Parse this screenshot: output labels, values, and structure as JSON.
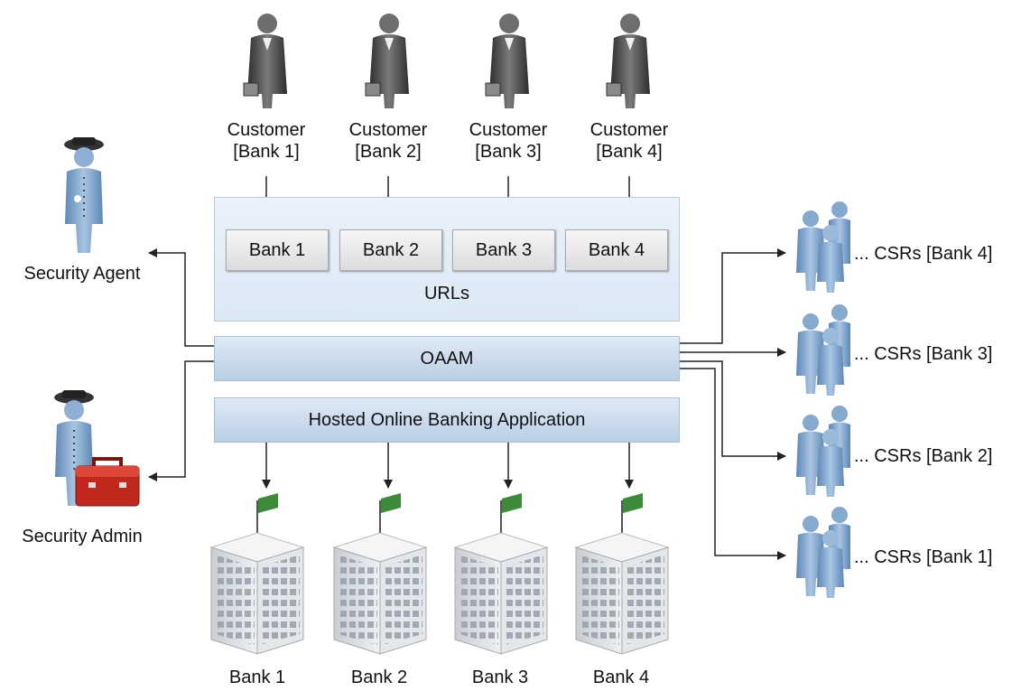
{
  "customers": [
    {
      "line1": "Customer",
      "line2": "[Bank 1]"
    },
    {
      "line1": "Customer",
      "line2": "[Bank 2]"
    },
    {
      "line1": "Customer",
      "line2": "[Bank 3]"
    },
    {
      "line1": "Customer",
      "line2": "[Bank 4]"
    }
  ],
  "url_buttons": [
    "Bank 1",
    "Bank 2",
    "Bank 3",
    "Bank 4"
  ],
  "urls_label": "URLs",
  "oaam_label": "OAAM",
  "hosted_label": "Hosted Online Banking Application",
  "security_agent_label": "Security Agent",
  "security_admin_label": "Security Admin",
  "csrs": [
    "... CSRs [Bank 4]",
    "... CSRs [Bank 3]",
    "... CSRs [Bank 2]",
    "... CSRs [Bank 1]"
  ],
  "banks": [
    "Bank 1",
    "Bank 2",
    "Bank 3",
    "Bank 4"
  ],
  "colors": {
    "panel": "#dbe8f5",
    "bar": "#b9cee5",
    "csr_people": "#7fa4cc",
    "customer_suit": "#555555",
    "toolbox": "#c0281e",
    "flag": "#3c8a3a"
  }
}
